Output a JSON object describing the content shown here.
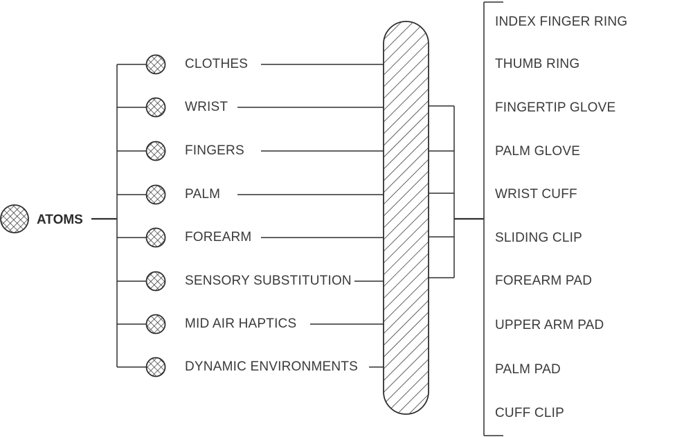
{
  "diagram": {
    "root": {
      "label": "ATOMS",
      "icon": "crosshatch-circle-icon"
    },
    "atoms": [
      {
        "label": "CLOTHES"
      },
      {
        "label": "WRIST"
      },
      {
        "label": "FINGERS"
      },
      {
        "label": "PALM"
      },
      {
        "label": "FOREARM"
      },
      {
        "label": "SENSORY SUBSTITUTION"
      },
      {
        "label": "MID AIR HAPTICS"
      },
      {
        "label": "DYNAMIC ENVIRONMENTS"
      }
    ],
    "forms": [
      {
        "label": "INDEX FINGER RING"
      },
      {
        "label": "THUMB RING"
      },
      {
        "label": "FINGERTIP GLOVE"
      },
      {
        "label": "PALM GLOVE"
      },
      {
        "label": "WRIST CUFF"
      },
      {
        "label": "SLIDING CLIP"
      },
      {
        "label": "FOREARM PAD"
      },
      {
        "label": "UPPER ARM PAD"
      },
      {
        "label": "PALM PAD"
      },
      {
        "label": "CUFF CLIP"
      }
    ],
    "colors": {
      "ink": "#2e2e2e",
      "text": "#3a3a3a",
      "background": "#ffffff"
    }
  }
}
